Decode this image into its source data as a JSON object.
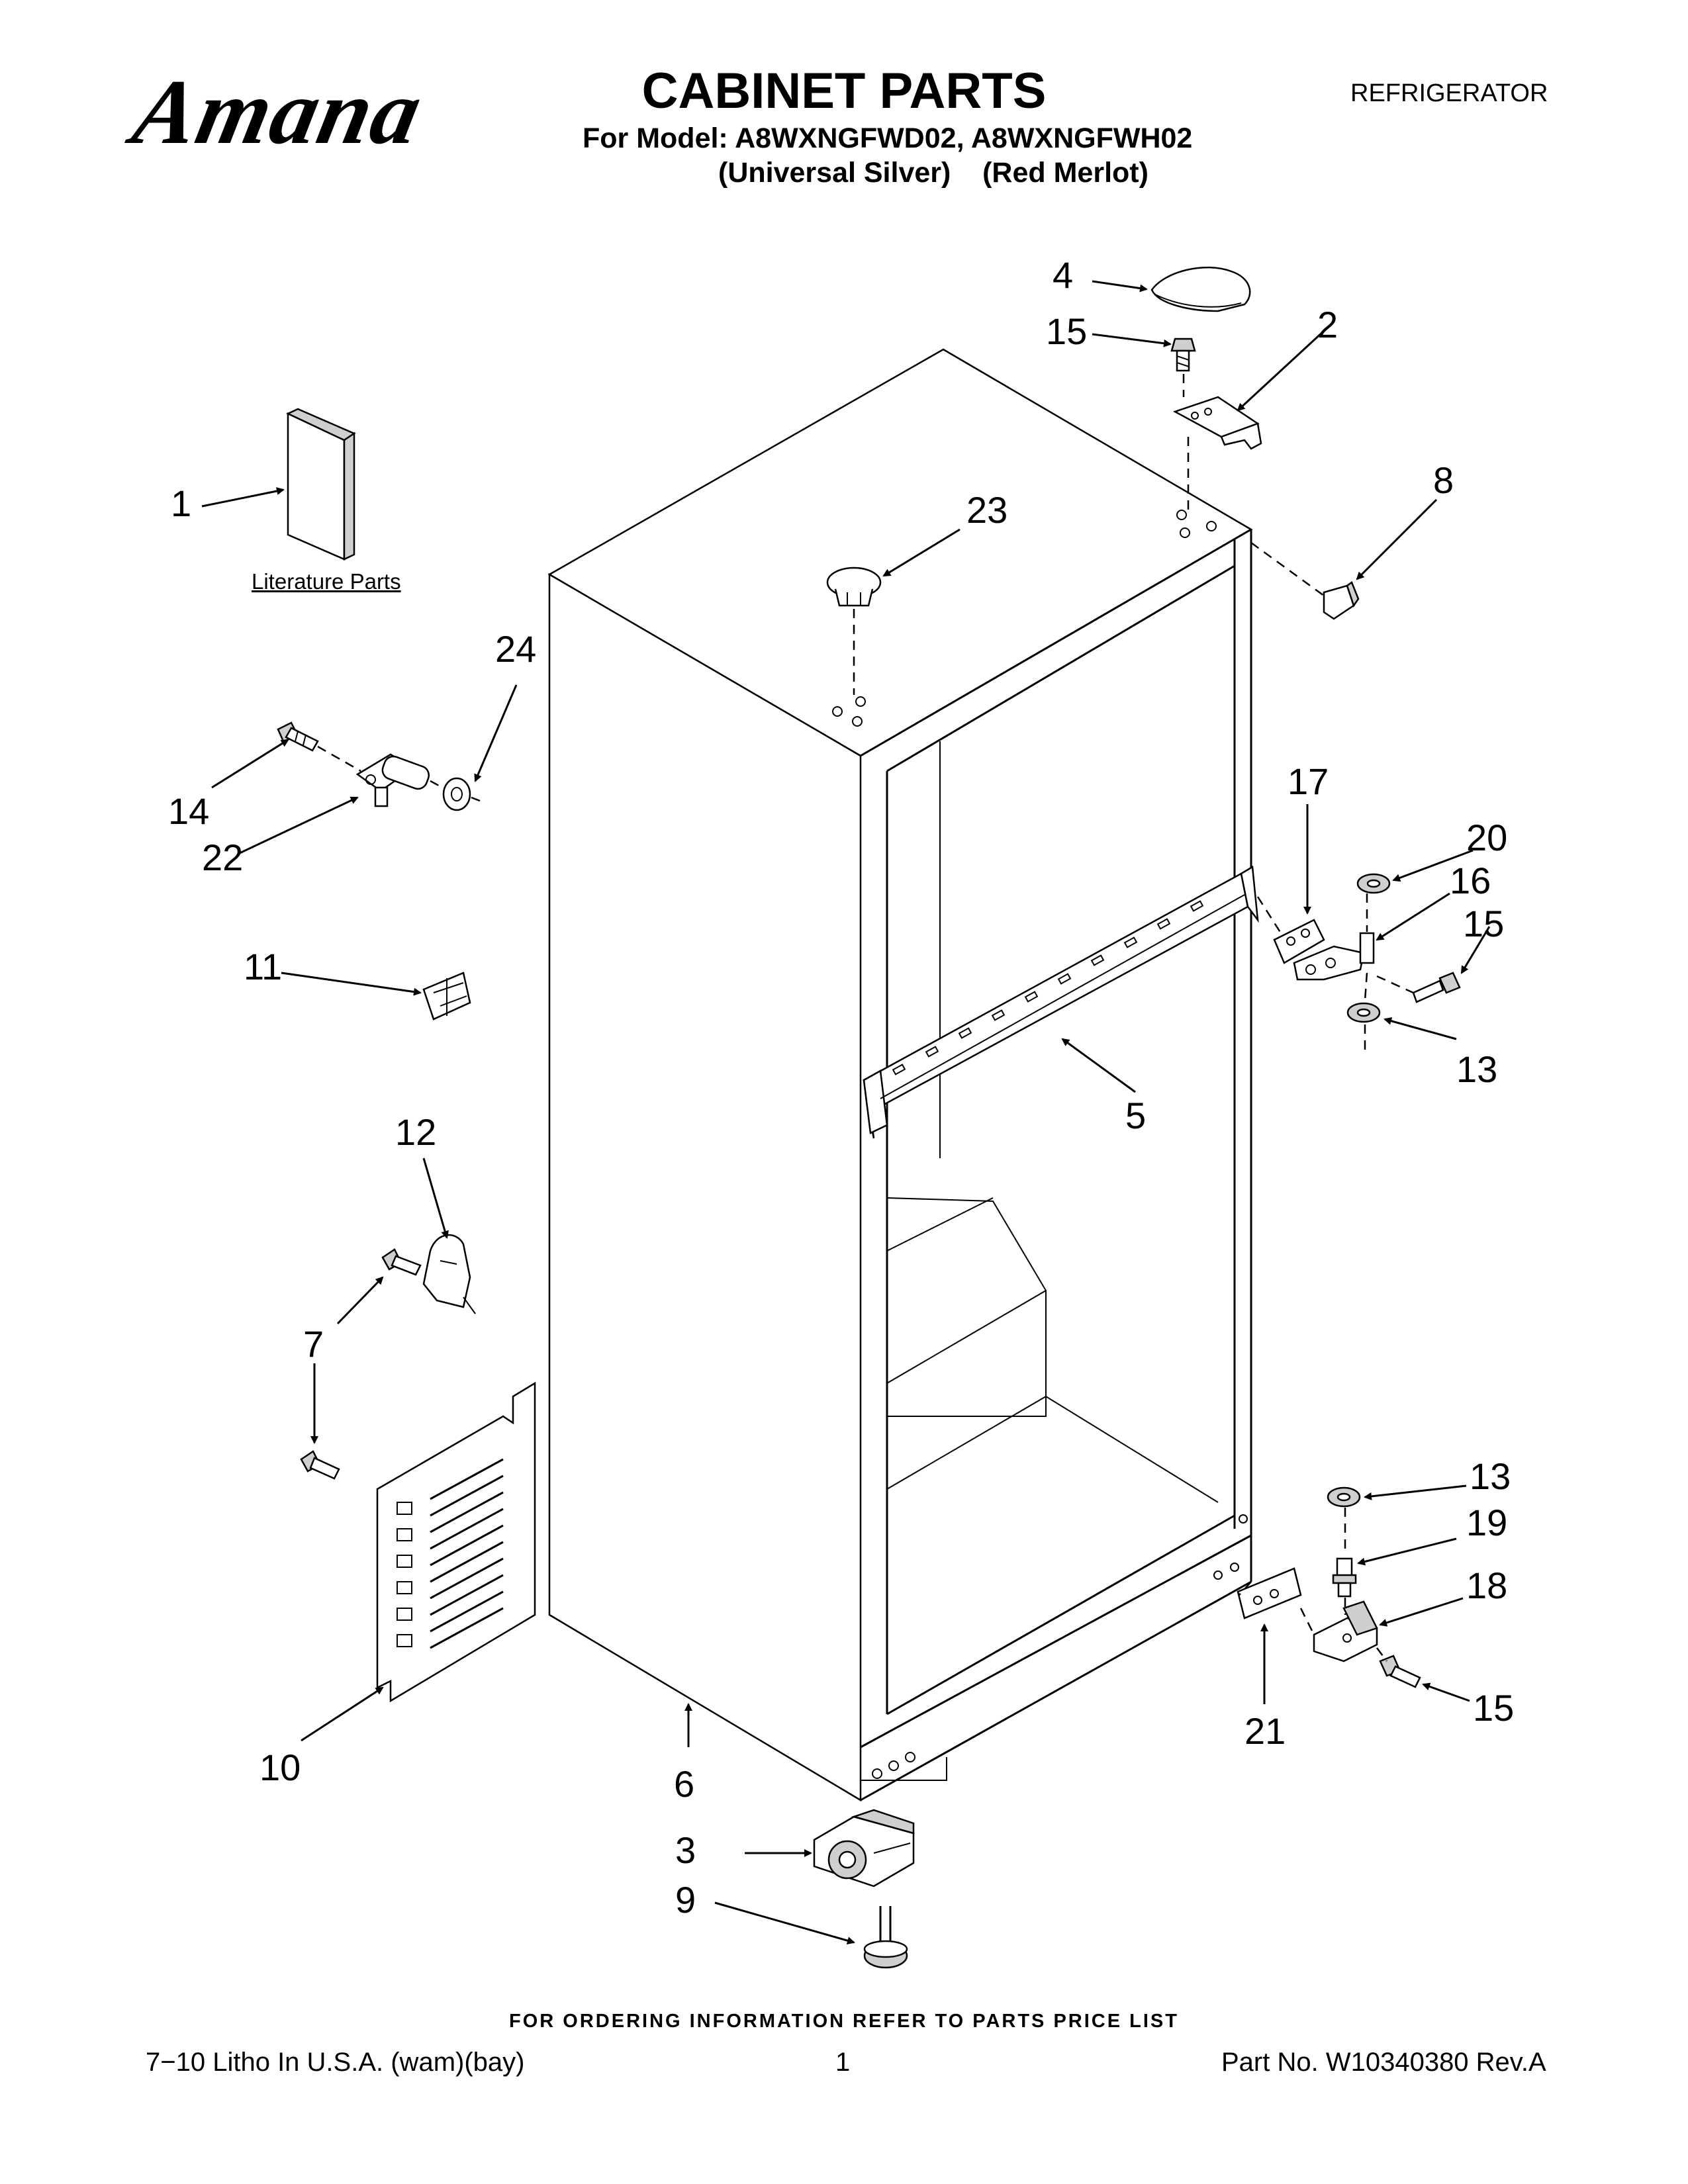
{
  "header": {
    "brand": "Amana",
    "title": "CABINET PARTS",
    "model_line": "For Model: A8WXNGFWD02, A8WXNGFWH02",
    "variants_line": "(Universal Silver)    (Red Merlot)",
    "category": "REFRIGERATOR"
  },
  "literature_label": "Literature Parts",
  "callouts": [
    {
      "id": "c1",
      "label": "1"
    },
    {
      "id": "c2",
      "label": "2"
    },
    {
      "id": "c3",
      "label": "3"
    },
    {
      "id": "c4",
      "label": "4"
    },
    {
      "id": "c5",
      "label": "5"
    },
    {
      "id": "c6",
      "label": "6"
    },
    {
      "id": "c7",
      "label": "7"
    },
    {
      "id": "c8",
      "label": "8"
    },
    {
      "id": "c9",
      "label": "9"
    },
    {
      "id": "c10",
      "label": "10"
    },
    {
      "id": "c11",
      "label": "11"
    },
    {
      "id": "c12",
      "label": "12"
    },
    {
      "id": "c13a",
      "label": "13"
    },
    {
      "id": "c13b",
      "label": "13"
    },
    {
      "id": "c14",
      "label": "14"
    },
    {
      "id": "c15a",
      "label": "15"
    },
    {
      "id": "c15b",
      "label": "15"
    },
    {
      "id": "c15c",
      "label": "15"
    },
    {
      "id": "c16",
      "label": "16"
    },
    {
      "id": "c17",
      "label": "17"
    },
    {
      "id": "c18",
      "label": "18"
    },
    {
      "id": "c19",
      "label": "19"
    },
    {
      "id": "c20",
      "label": "20"
    },
    {
      "id": "c21",
      "label": "21"
    },
    {
      "id": "c22",
      "label": "22"
    },
    {
      "id": "c23",
      "label": "23"
    },
    {
      "id": "c24",
      "label": "24"
    }
  ],
  "order_note": "FOR ORDERING INFORMATION REFER TO PARTS PRICE LIST",
  "footer": {
    "left": "7−10 Litho In U.S.A. (wam)(bay)",
    "page": "1",
    "right": "Part No. W10340380 Rev.A"
  }
}
